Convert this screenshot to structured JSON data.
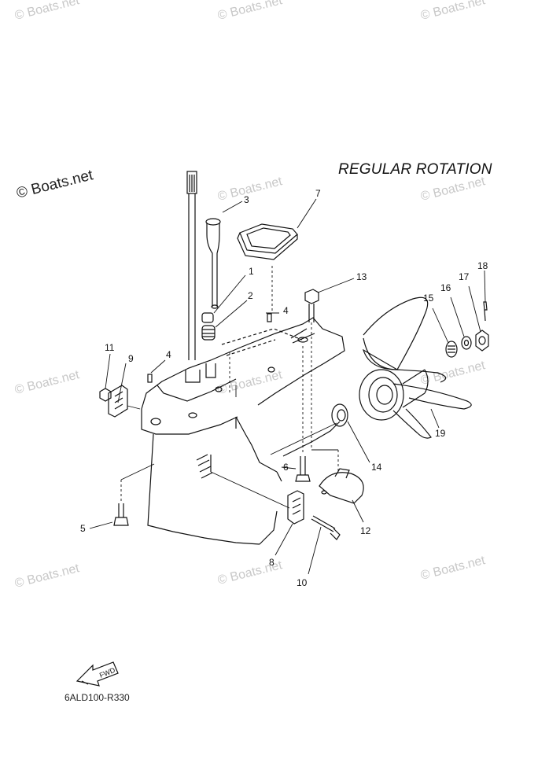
{
  "diagram": {
    "title": "REGULAR ROTATION",
    "drawing_code": "6ALD100-R330",
    "fwd_label": "FWD",
    "watermark_text": "© Boats.net",
    "callouts": [
      "1",
      "2",
      "3",
      "4",
      "4",
      "5",
      "6",
      "7",
      "8",
      "9",
      "10",
      "11",
      "12",
      "13",
      "14",
      "15",
      "16",
      "17",
      "18",
      "19"
    ]
  },
  "colors": {
    "line": "#111111",
    "watermark": "#c8c8c8"
  }
}
